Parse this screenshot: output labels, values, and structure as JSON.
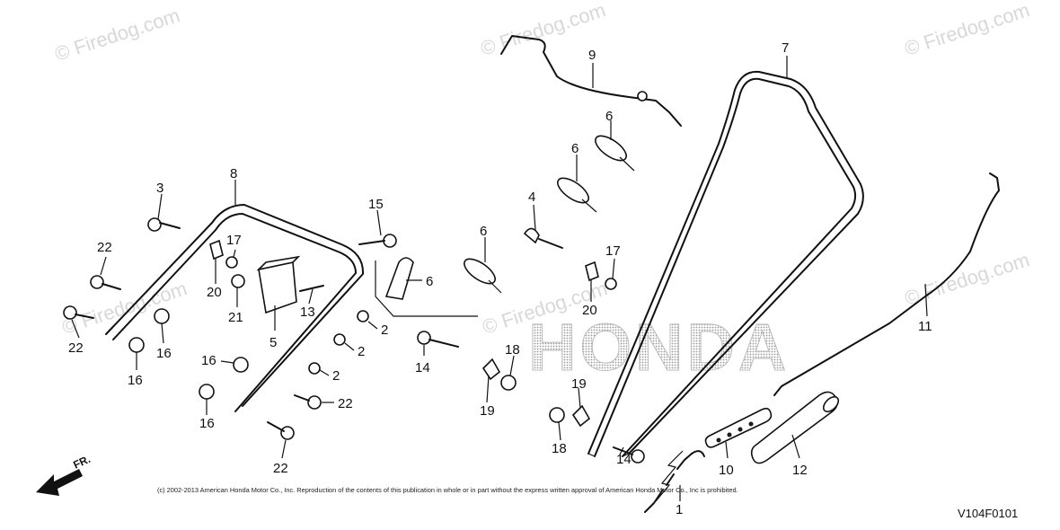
{
  "diagram": {
    "copyright": "(c) 2002-2013 American Honda Motor Co., Inc. Reproduction of the contents of this publication in whole or in part without the express written approval of American Honda Motor Co., Inc is prohibited.",
    "figure_code": "V104F0101",
    "brand_text": "HONDA",
    "watermark": "© Firedog.com",
    "front_marker": "FR.",
    "callouts": {
      "c1": "1",
      "c2a": "2",
      "c2b": "2",
      "c2c": "2",
      "c3": "3",
      "c4": "4",
      "c5": "5",
      "c6a": "6",
      "c6b": "6",
      "c6c": "6",
      "c6d": "6",
      "c7": "7",
      "c8": "8",
      "c9": "9",
      "c10": "10",
      "c11": "11",
      "c12": "12",
      "c13": "13",
      "c14a": "14",
      "c14b": "14",
      "c15": "15",
      "c16a": "16",
      "c16b": "16",
      "c16c": "16",
      "c16d": "16",
      "c17a": "17",
      "c17b": "17",
      "c18a": "18",
      "c18b": "18",
      "c19a": "19",
      "c19b": "19",
      "c20a": "20",
      "c20b": "20",
      "c21": "21",
      "c22a": "22",
      "c22b": "22",
      "c22c": "22",
      "c22d": "22"
    }
  }
}
